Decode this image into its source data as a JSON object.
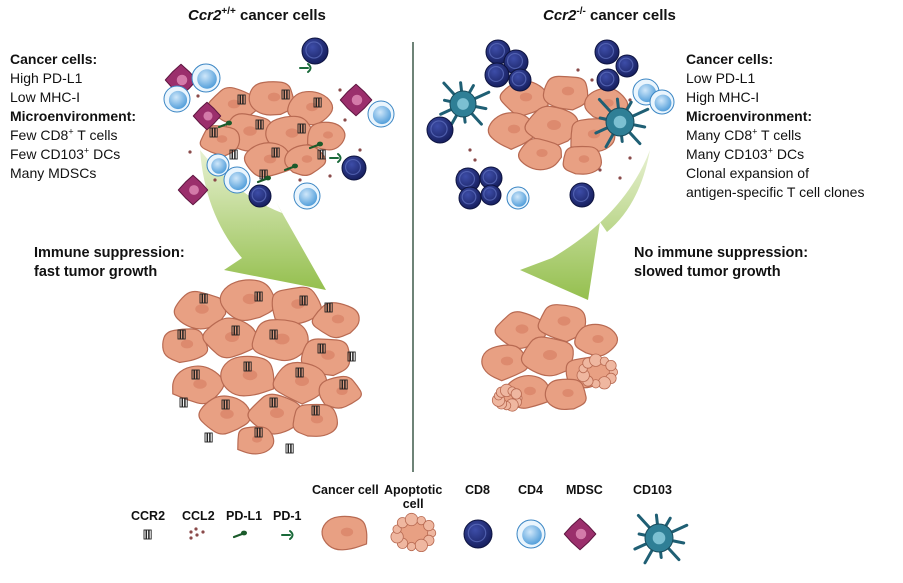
{
  "left": {
    "title_gene": "Ccr2",
    "title_sup": "+/+",
    "title_rest": " cancer cells",
    "lines": [
      {
        "head": "Cancer cells:"
      },
      {
        "text": "High PD-L1"
      },
      {
        "text": "Low MHC-I"
      },
      {
        "head": "Microenvironment:"
      },
      {
        "pre": "Few CD8",
        "sup": "+",
        "post": " T cells"
      },
      {
        "pre": "Few CD103",
        "sup": "+",
        "post": " DCs"
      },
      {
        "text": "Many MDSCs"
      }
    ],
    "outcome": [
      "Immune suppression:",
      "fast tumor growth"
    ]
  },
  "right": {
    "title_gene": "Ccr2",
    "title_sup": "-/-",
    "title_rest": " cancer cells",
    "lines": [
      {
        "head": "Cancer cells:"
      },
      {
        "text": "Low PD-L1"
      },
      {
        "text": "High MHC-I"
      },
      {
        "head": "Microenvironment:"
      },
      {
        "pre": "Many CD8",
        "sup": "+",
        "post": " T cells"
      },
      {
        "pre": "Many CD103",
        "sup": "+",
        "post": " DCs"
      },
      {
        "text": "Clonal expansion of"
      },
      {
        "text": "antigen-specific T cell clones"
      }
    ],
    "outcome": [
      "No immune suppression:",
      "slowed tumor growth"
    ]
  },
  "legend": {
    "ccr2": "CCR2",
    "ccl2": "CCL2",
    "pdl1": "PD-L1",
    "pd1": "PD-1",
    "cancer": "Cancer cell",
    "apoptotic": [
      "Apoptotic",
      "cell"
    ],
    "cd8": "CD8",
    "cd4": "CD4",
    "mdsc": "MDSC",
    "cd103": "CD103"
  },
  "colors": {
    "cancer_fill": "#e8a083",
    "cancer_stroke": "#b86a52",
    "cd8": "#1e2a78",
    "cd4": "#5aa7de",
    "mdsc": "#8e2a62",
    "cd103": "#2f7f96",
    "arrow": "#a6c964",
    "divider": "#3e5a4a"
  }
}
